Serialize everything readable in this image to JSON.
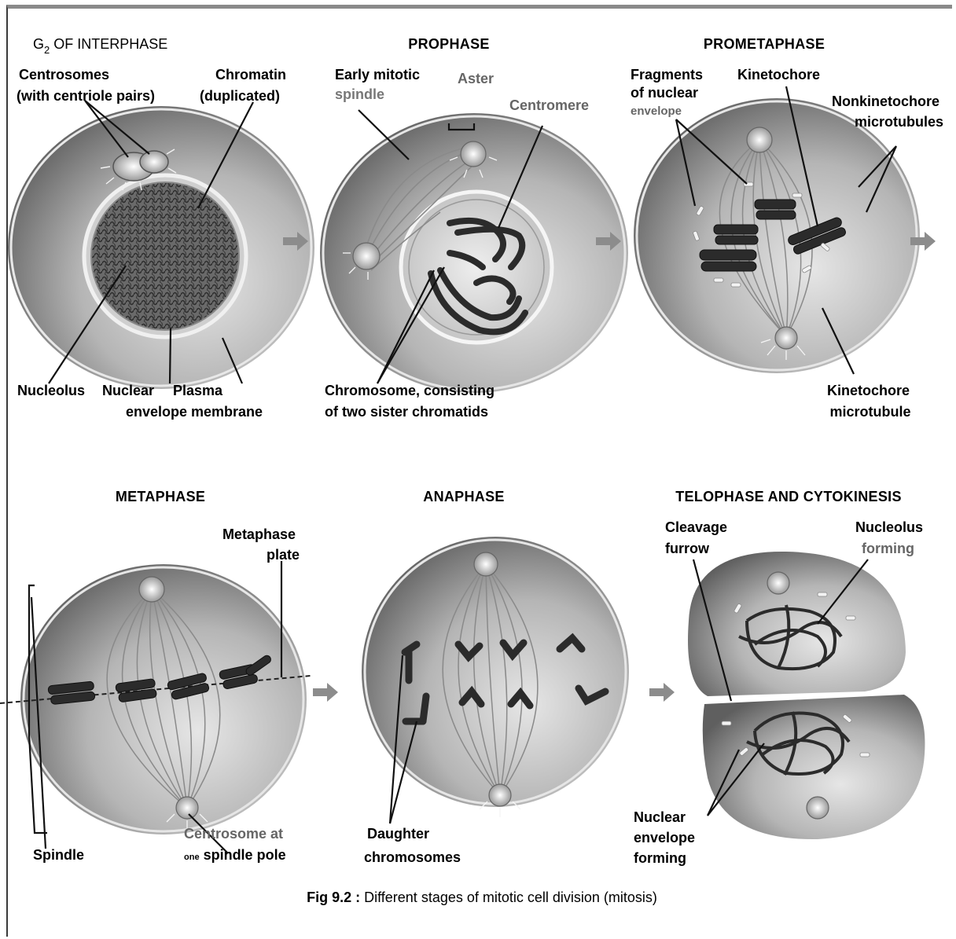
{
  "stages": {
    "g2": {
      "title_main": "G",
      "title_sub": "2",
      "title_rest": " OF INTERPHASE",
      "labels": {
        "centrosomes_1": "Centrosomes",
        "centrosomes_2": "(with centriole pairs)",
        "chromatin_1": "Chromatin",
        "chromatin_2": "(duplicated)",
        "nucleolus": "Nucleolus",
        "nuclear_envelope_1": "Nuclear",
        "nuclear_envelope_2": "envelope",
        "plasma_membrane_1": "Plasma",
        "plasma_membrane_2": "membrane"
      }
    },
    "prophase": {
      "title": "PROPHASE",
      "labels": {
        "early_spindle_1": "Early mitotic",
        "early_spindle_2": "spindle",
        "aster": "Aster",
        "centromere": "Centromere",
        "chromosome_1": "Chromosome,   consisting",
        "chromosome_2": "of two sister chromatids"
      }
    },
    "prometaphase": {
      "title": "PROMETAPHASE",
      "labels": {
        "fragments_1": "Fragments",
        "fragments_2": "of nuclear",
        "fragments_3": "envelope",
        "kinetochore": "Kinetochore",
        "nonkinetochore_1": "Nonkinetochore",
        "nonkinetochore_2": "microtubules",
        "kinetochore_mt_1": "Kinetochore",
        "kinetochore_mt_2": "microtubule"
      }
    },
    "metaphase": {
      "title": "METAPHASE",
      "labels": {
        "plate_1": "Metaphase",
        "plate_2": "plate",
        "spindle": "Spindle",
        "centrosome_1": "Centrosome at",
        "centrosome_sub": "one",
        "centrosome_2": " spindle pole"
      }
    },
    "anaphase": {
      "title": "ANAPHASE",
      "labels": {
        "daughter_1": "Daughter",
        "daughter_2": "chromosomes"
      }
    },
    "telophase": {
      "title": "TELOPHASE AND CYTOKINESIS",
      "labels": {
        "cleavage_1": "Cleavage",
        "cleavage_2": "furrow",
        "nucleolus_1": "Nucleolus",
        "nucleolus_2": "forming",
        "nuclear_env_1": "Nuclear",
        "nuclear_env_2": "envelope",
        "nuclear_env_3": "forming"
      }
    }
  },
  "caption": {
    "bold": "Fig 9.2 :",
    "text": " Different stages of mitotic cell division (mitosis)"
  },
  "colors": {
    "cell_dark": "#6e6e6e",
    "cell_light": "#d8d8d8",
    "chromosome": "#2b2b2b",
    "arrow": "#8c8c8c"
  }
}
